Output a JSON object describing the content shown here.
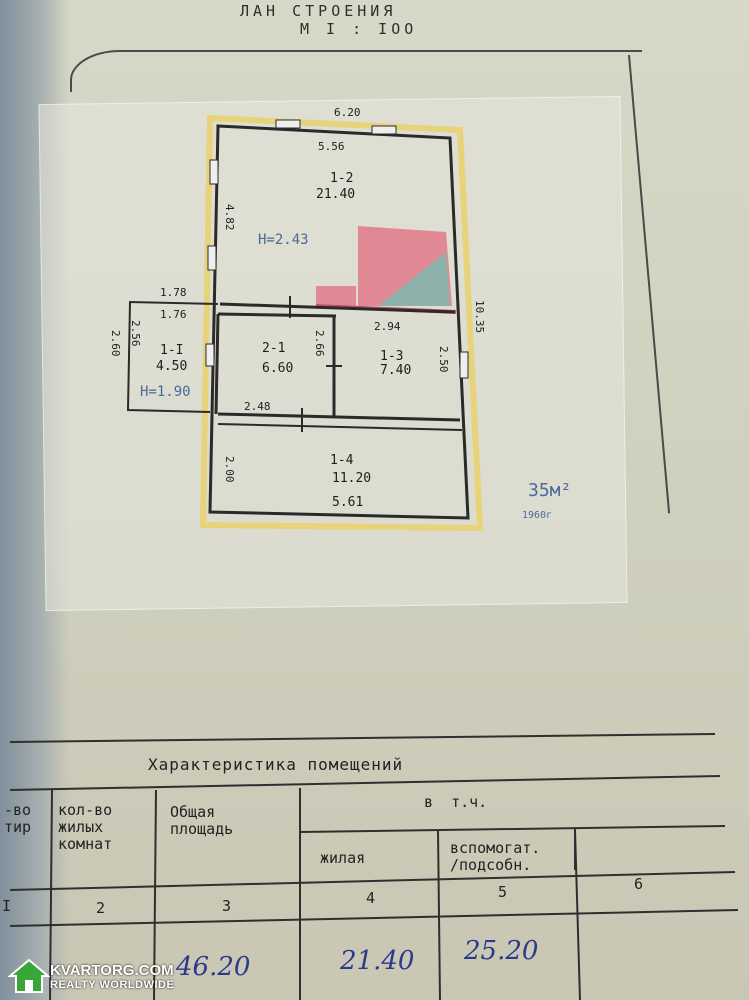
{
  "header": {
    "title": "ЛАН СТРОЕНИЯ",
    "scale": "M I : IOO"
  },
  "plan": {
    "dims": {
      "top": "6.20",
      "top_inner": "5.56",
      "left": "4.82",
      "right": "10.35",
      "ext_top": "1.78",
      "ext_top2": "1.76",
      "ext_left": "2.60",
      "ext_left2": "2.56",
      "mid_right": "2.94",
      "mid_h": "2.66",
      "room3_h": "2.50",
      "bottom_left": "2.48",
      "room4_h": "2.00",
      "bottom": "5.61"
    },
    "rooms": [
      {
        "id": "1-2",
        "area": "21.40"
      },
      {
        "id": "1-I",
        "area": "4.50"
      },
      {
        "id": "2-1",
        "area": "6.60"
      },
      {
        "id": "1-3",
        "area": "7.40"
      },
      {
        "id": "1-4",
        "area": "11.20"
      }
    ],
    "height_note": "H=2.43",
    "height_note2": "H=1.90",
    "handwritten_area": "35м²",
    "handwritten_sub": "1960г"
  },
  "table": {
    "title": "Характеристика помещений",
    "headers": {
      "c1": "-во\nтир",
      "c2": "кол-во\nжилых\nкомнат",
      "c3": "Общая\nплощадь",
      "group": "в  т.ч.",
      "c4": "жилая",
      "c5": "вспомогат.\n/подсобн.",
      "c6": ""
    },
    "numbers": [
      "I",
      "2",
      "3",
      "4",
      "5",
      "6"
    ],
    "values": {
      "total": "46.20",
      "living": "21.40",
      "aux": "25.20"
    }
  },
  "watermark": {
    "line1": "KVARTORG.COM",
    "line2": "REALTY WORLDWIDE"
  }
}
